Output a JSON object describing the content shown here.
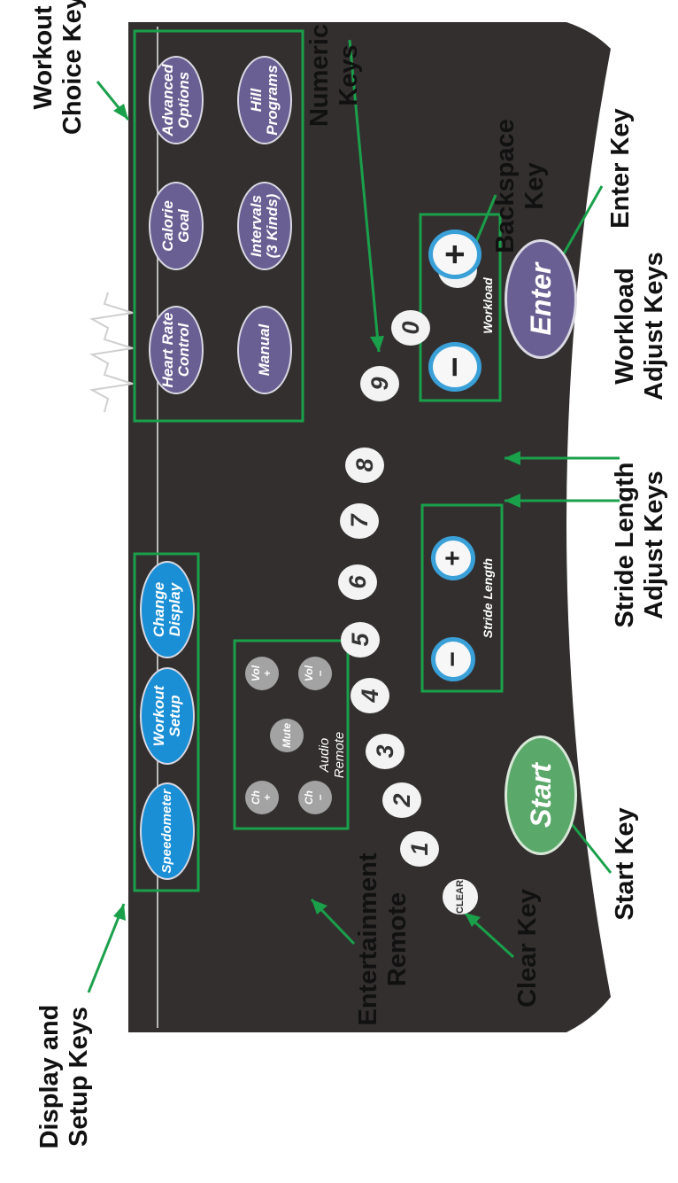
{
  "brand": "TRUE",
  "callouts": {
    "workout_choice": "Workout\nChoice Keys",
    "numeric": "Numeric\nKeys",
    "backspace": "Backspace\nKey",
    "enter": "Enter Key",
    "workload_adjust": "Workload\nAdjust Keys",
    "stride_adjust": "Stride Length\nAdjust Keys",
    "start": "Start Key",
    "clear": "Clear Key",
    "entertainment": "Entertainment\nRemote",
    "display_setup": "Display and\nSetup Keys"
  },
  "workout_keys": {
    "advanced_options": "Advanced\nOptions",
    "calorie_goal": "Calorie\nGoal",
    "heart_rate_control": "Heart Rate\nControl",
    "hill_programs": "Hill\nPrograms",
    "intervals": "Intervals\n(3 Kinds)",
    "manual": "Manual"
  },
  "display_keys": {
    "speedometer": "Speedometer",
    "workout_setup": "Workout\nSetup",
    "change_display": "Change\nDisplay"
  },
  "remote": {
    "ch_plus": "Ch\n+",
    "ch_minus": "Ch\n−",
    "mute": "Mute",
    "vol_plus": "Vol\n+",
    "vol_minus": "Vol\n−",
    "label": "Audio\nRemote"
  },
  "numeric_keys": [
    "1",
    "2",
    "3",
    "4",
    "5",
    "6",
    "7",
    "8",
    "9",
    "0"
  ],
  "backspace_key": "←",
  "enter_key": "Enter",
  "start_key": "Start",
  "clear_key": "CLEAR",
  "workload": {
    "label": "Workload",
    "minus": "−",
    "plus": "+"
  },
  "stride": {
    "label": "Stride Length",
    "minus": "−",
    "plus": "+"
  },
  "colors": {
    "panel": "#332f2f",
    "callout": "#1aa04a",
    "workout_key": "#6a5f92",
    "display_key": "#1a8fd6",
    "start_key": "#5aa86a"
  }
}
